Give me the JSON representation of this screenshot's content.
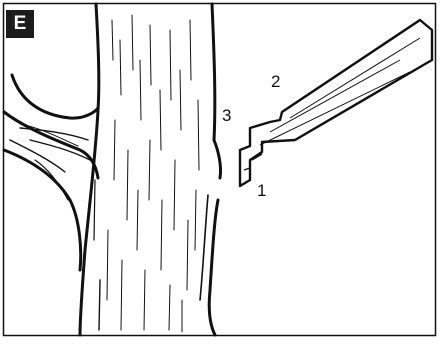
{
  "panel_label": "E",
  "step_labels": {
    "cut_1": "1",
    "cut_2": "2",
    "cut_3": "3"
  },
  "colors": {
    "ink": "#111111",
    "background": "#ffffff",
    "badge": "#1c1c1c"
  }
}
